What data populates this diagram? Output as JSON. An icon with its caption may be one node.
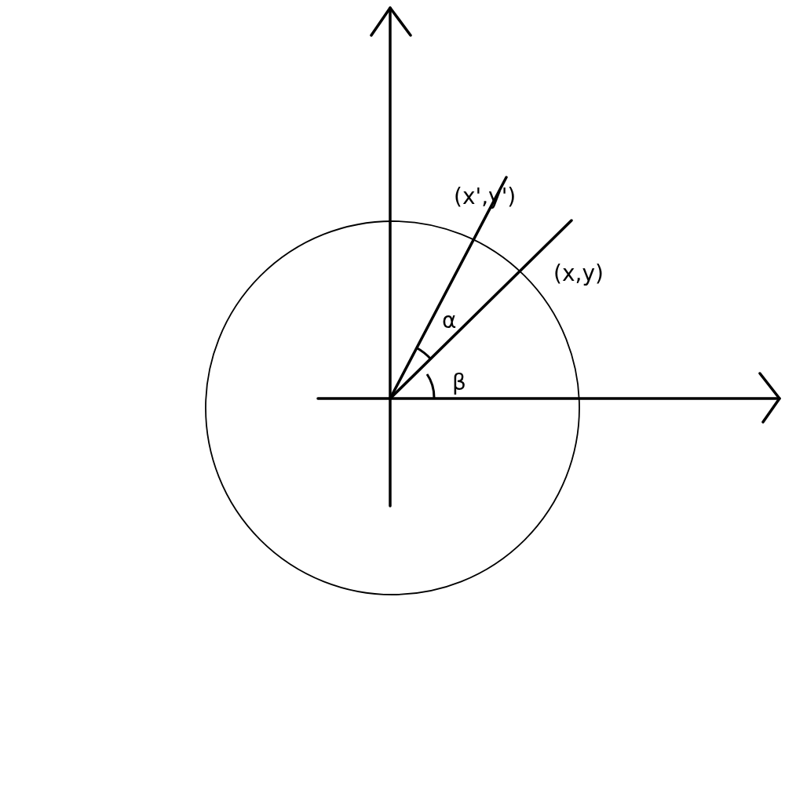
{
  "diagram": {
    "labels": [
      "(x',y')",
      "(x,y)",
      "α",
      "β"
    ]
  }
}
